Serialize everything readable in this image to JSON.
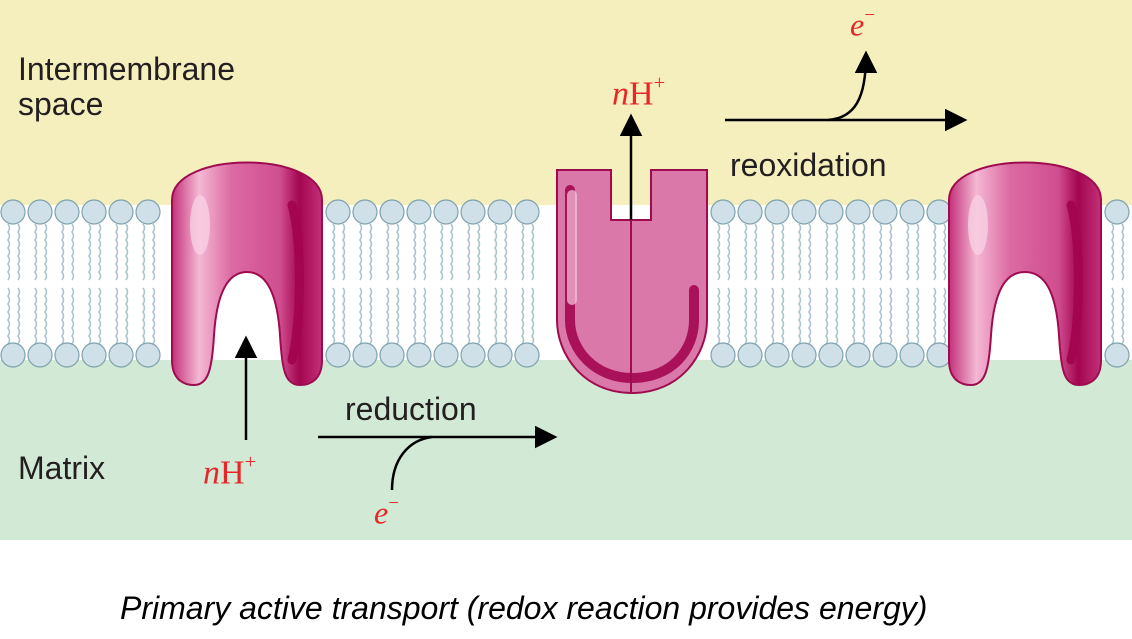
{
  "regions": {
    "intermembrane": "Intermembrane\nspace",
    "matrix": "Matrix"
  },
  "process": {
    "reduction": "reduction",
    "reoxidation": "reoxidation"
  },
  "species": {
    "proton_coef": "n",
    "proton_symbol": "H",
    "proton_charge": "+",
    "electron_symbol": "e",
    "electron_charge": "−"
  },
  "caption": "Primary active transport (redox reaction provides energy)",
  "colors": {
    "intermembrane": "#f5eebd",
    "matrix": "#d2ead5",
    "membrane_head": "#cfe0e8",
    "membrane_tail": "#a9c4cd",
    "protein": "#d9589a",
    "protein_dark": "#a3064f",
    "proton_text": "#e8262a"
  },
  "icons": [
    "protein-closed-icon",
    "protein-open-icon",
    "arrow-icon"
  ]
}
